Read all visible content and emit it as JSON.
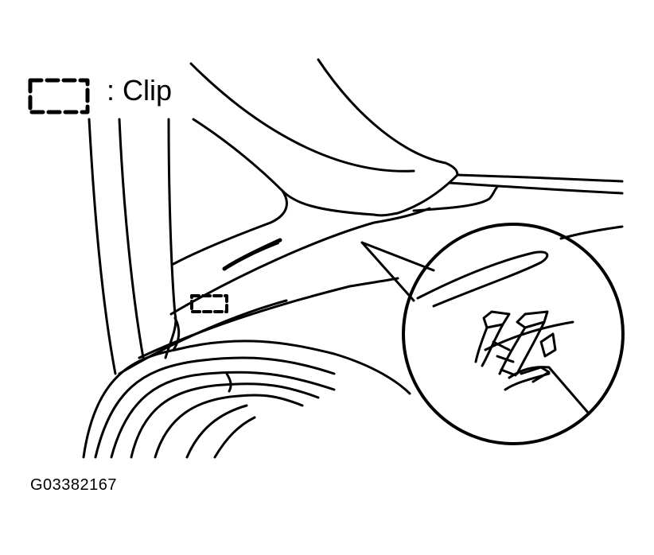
{
  "legend": {
    "symbol": "dashed-rectangle",
    "label": ": Clip"
  },
  "figure_id": "G03382167",
  "colors": {
    "line": "#000000",
    "background": "#ffffff"
  }
}
